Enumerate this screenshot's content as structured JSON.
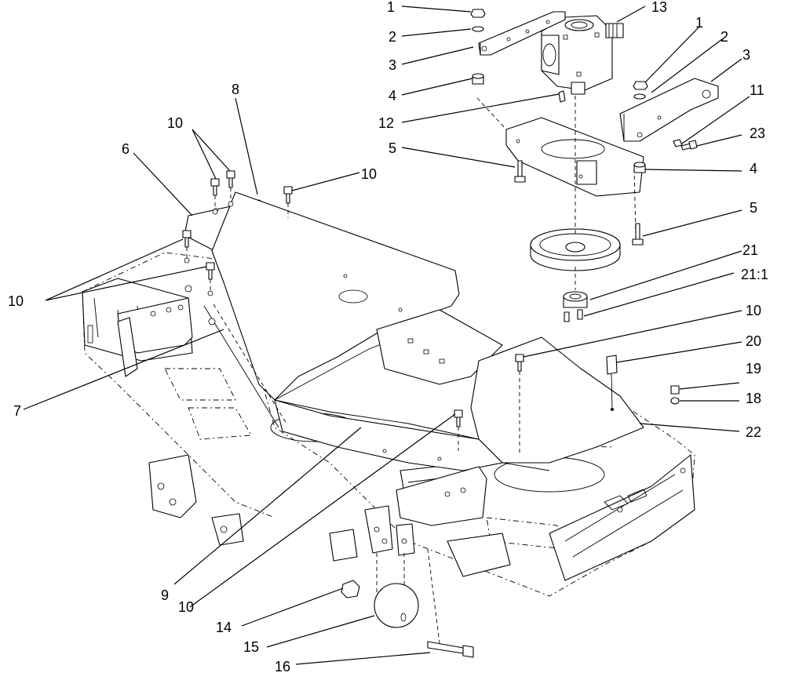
{
  "callouts": [
    {
      "id": "c1a",
      "text": "1"
    },
    {
      "id": "c2a",
      "text": "2"
    },
    {
      "id": "c3a",
      "text": "3"
    },
    {
      "id": "c4a",
      "text": "4"
    },
    {
      "id": "c13",
      "text": "13"
    },
    {
      "id": "c1b",
      "text": "1"
    },
    {
      "id": "c2b",
      "text": "2"
    },
    {
      "id": "c3b",
      "text": "3"
    },
    {
      "id": "c11",
      "text": "11"
    },
    {
      "id": "c12",
      "text": "12"
    },
    {
      "id": "c23",
      "text": "23"
    },
    {
      "id": "c5a",
      "text": "5"
    },
    {
      "id": "c4b",
      "text": "4"
    },
    {
      "id": "c8",
      "text": "8"
    },
    {
      "id": "c10a",
      "text": "10"
    },
    {
      "id": "c6",
      "text": "6"
    },
    {
      "id": "c10b",
      "text": "10"
    },
    {
      "id": "c5b",
      "text": "5"
    },
    {
      "id": "c21",
      "text": "21"
    },
    {
      "id": "c21_1",
      "text": "21:1"
    },
    {
      "id": "c10c",
      "text": "10"
    },
    {
      "id": "c10d",
      "text": "10"
    },
    {
      "id": "c20",
      "text": "20"
    },
    {
      "id": "c19",
      "text": "19"
    },
    {
      "id": "c18",
      "text": "18"
    },
    {
      "id": "c7",
      "text": "7"
    },
    {
      "id": "c22",
      "text": "22"
    },
    {
      "id": "c9",
      "text": "9"
    },
    {
      "id": "c10e",
      "text": "10"
    },
    {
      "id": "c14",
      "text": "14"
    },
    {
      "id": "c15",
      "text": "15"
    },
    {
      "id": "c16",
      "text": "16"
    }
  ]
}
